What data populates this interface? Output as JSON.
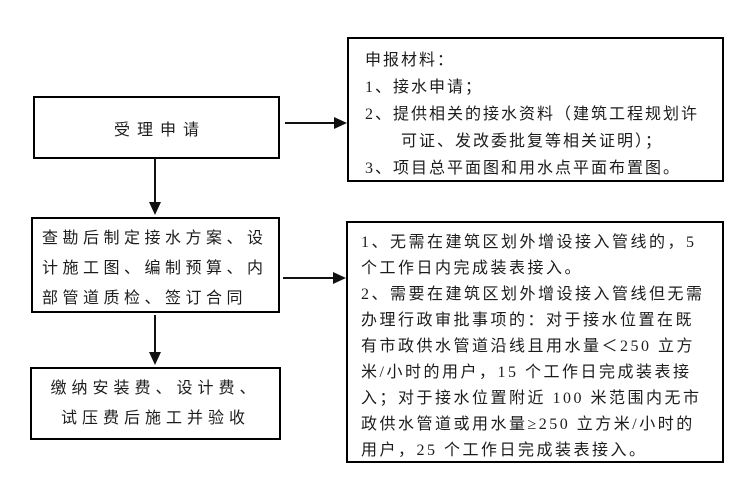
{
  "colors": {
    "bg": "#ffffff",
    "border": "#000000",
    "text": "#1c1c1c",
    "arrow": "#111111"
  },
  "flowchart": {
    "nodes": {
      "accept": {
        "lines": [
          "受理申请"
        ]
      },
      "plan": {
        "lines": [
          "查勘后制定接水方案、设",
          "计施工图、编制预算、内",
          "部管道质检、签订合同"
        ]
      },
      "construct": {
        "lines": [
          "缴纳安装费、设计费、",
          "试压费后施工并验收"
        ]
      },
      "materials": {
        "lines": [
          "申报材料：",
          "1、接水申请；",
          "2、提供相关的接水资料（建筑工程规划许",
          "　　可证、发改委批复等相关证明）；",
          "3、项目总平面图和用水点平面布置图。"
        ]
      },
      "timelimits": {
        "lines": [
          "1、无需在建筑区划外增设接入管线的，5",
          "个工作日内完成装表接入。",
          "2、需要在建筑区划外增设接入管线但无需",
          "办理行政审批事项的：对于接水位置在既",
          "有市政供水管道沿线且用水量＜250 立方",
          "米/小时的用户，15 个工作日完成装表接",
          "入；对于接水位置附近 100 米范围内无市",
          "政供水管道或用水量≥250 立方米/小时的",
          "用户，25 个工作日完成装表接入。"
        ]
      }
    }
  }
}
